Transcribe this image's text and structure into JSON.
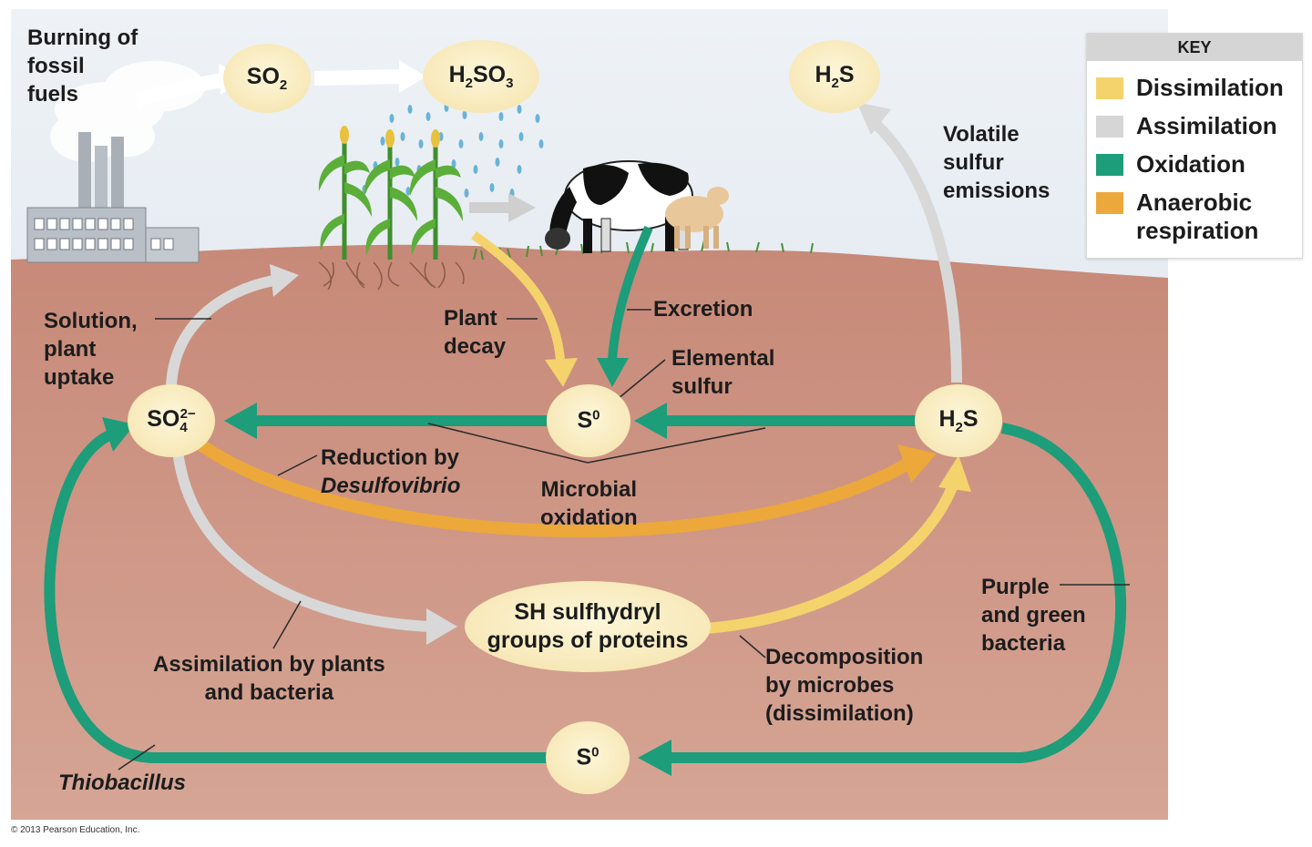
{
  "colors": {
    "dissimilation": "#f4d36c",
    "assimilation": "#d6d6d6",
    "oxidation": "#1d9d7a",
    "anaerobic_respiration": "#eca83a",
    "soil": "#c98c79",
    "sky": "#dfe6ee",
    "node_fill": "#fbefc4"
  },
  "labels": {
    "burning": "Burning of\nfossil\nfuels",
    "volatile": "Volatile\nsulfur\nemissions",
    "solution": "Solution,\nplant\nuptake",
    "plant_decay": "Plant\ndecay",
    "excretion": "Excretion",
    "elemental": "Elemental\nsulfur",
    "reduction": "Reduction by",
    "desulfovibrio": "Desulfovibrio",
    "microbial": "Microbial\noxidation",
    "assim_plants": "Assimilation by plants\nand bacteria",
    "decomposition": "Decomposition\nby microbes\n(dissimilation)",
    "purple_green": "Purple\nand green\nbacteria",
    "thiobacillus": "Thiobacillus",
    "sh_groups": "SH sulfhydryl\ngroups of proteins"
  },
  "chemicals": {
    "so2": [
      "SO",
      "2"
    ],
    "h2so3": [
      "H",
      "2",
      "SO",
      "3"
    ],
    "h2s": [
      "H",
      "2",
      "S"
    ],
    "so4": [
      "SO",
      "4",
      "2−"
    ],
    "s0": [
      "S",
      "0"
    ]
  },
  "key": {
    "title": "KEY",
    "items": [
      {
        "label": "Dissimilation",
        "color": "#f4d36c"
      },
      {
        "label": "Assimilation",
        "color": "#d6d6d6"
      },
      {
        "label": "Oxidation",
        "color": "#1d9d7a"
      },
      {
        "label": "Anaerobic\nrespiration",
        "color": "#eca83a"
      }
    ]
  },
  "copyright": "© 2013 Pearson Education, Inc."
}
